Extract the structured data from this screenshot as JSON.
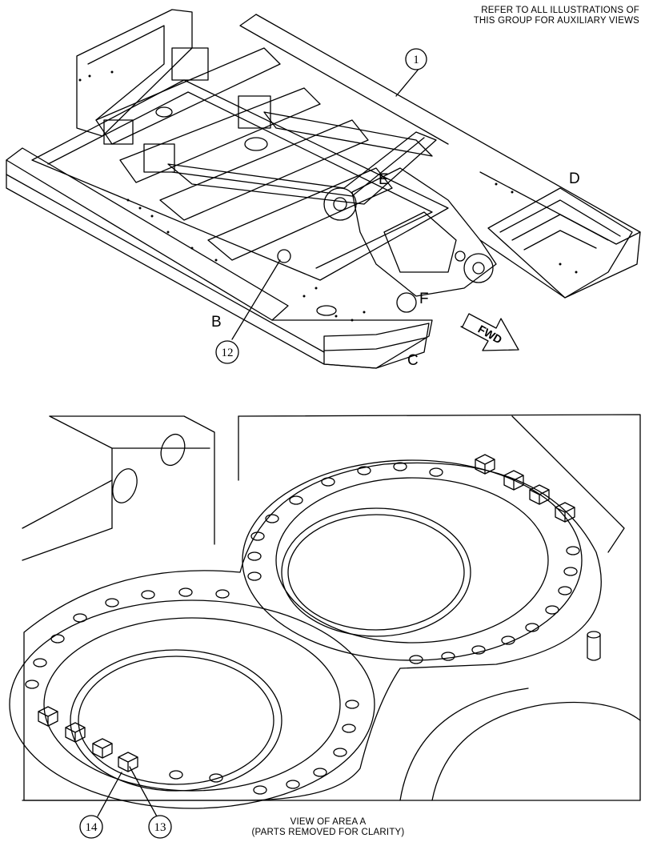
{
  "notes": {
    "top_line1": "REFER TO ALL ILLUSTRATIONS OF",
    "top_line2": "THIS GROUP FOR AUXILIARY VIEWS",
    "bottom_line1": "VIEW OF AREA  A",
    "bottom_line2": "(PARTS REMOVED FOR CLARITY)"
  },
  "view_letters": {
    "b": "B",
    "c": "C",
    "d": "D",
    "e": "E",
    "f": "F"
  },
  "callouts": {
    "c1": "1",
    "c12": "12",
    "c13": "13",
    "c14": "14"
  },
  "direction_arrow": {
    "label": "FWD"
  }
}
